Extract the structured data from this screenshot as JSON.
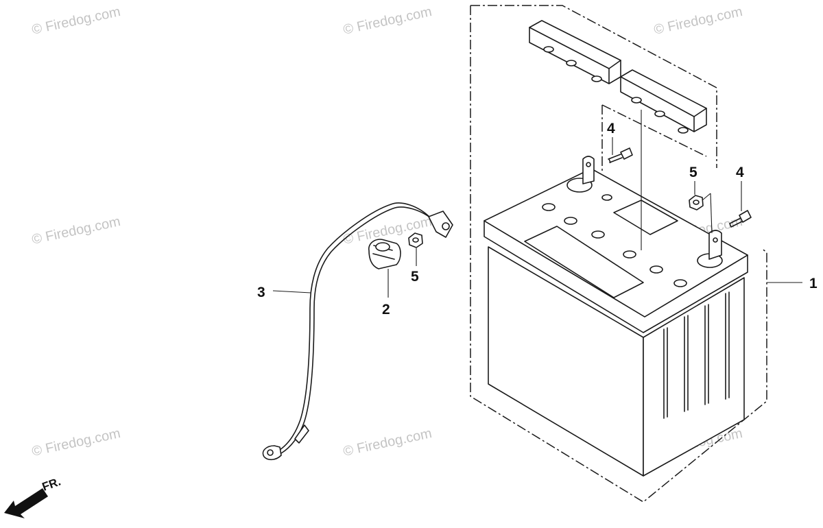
{
  "watermarks": [
    "© Firedog.com",
    "© Firedog.com",
    "© Firedog.com",
    "© Firedog.com",
    "© Firedog.com",
    "© Firedog.com",
    "© Firedog.com",
    "© Firedog.com",
    "© Firedog.com"
  ],
  "callouts": {
    "battery": "1",
    "battery_cover": "2",
    "cable": "3",
    "bolt_left": "4",
    "bolt_right": "4",
    "nut_left": "5",
    "nut_right": "5"
  },
  "direction_label": "FR."
}
